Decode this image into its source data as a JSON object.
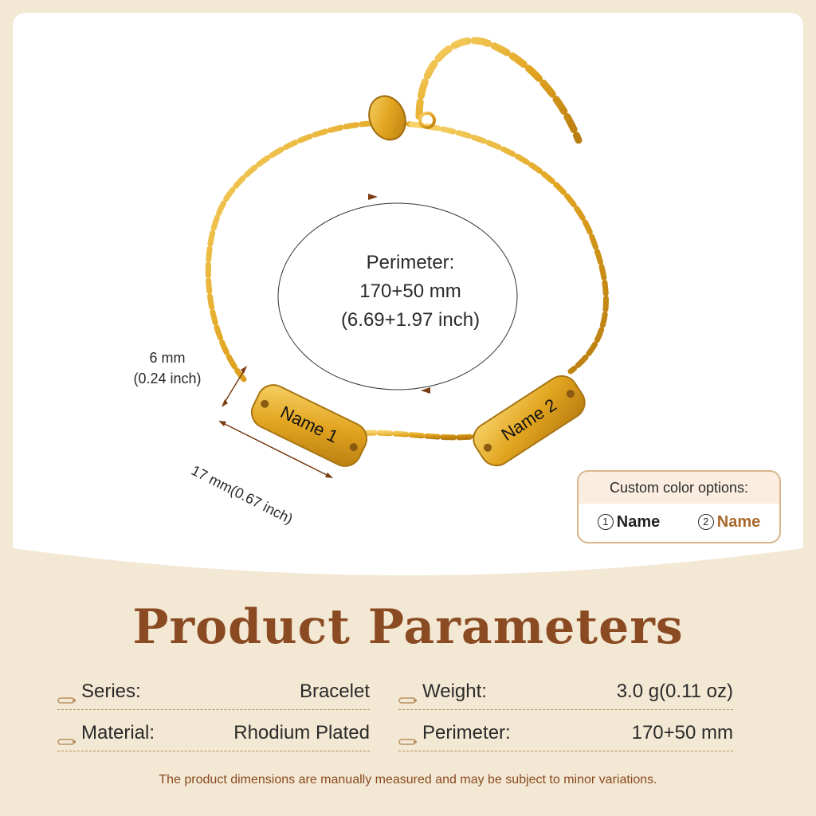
{
  "diagram": {
    "perimeter_label": "Perimeter:",
    "perimeter_mm": "170+50 mm",
    "perimeter_inch": "(6.69+1.97 inch)",
    "tag_height_mm": "6 mm",
    "tag_height_inch": "(0.24 inch)",
    "tag_length": "17 mm(0.67 inch)",
    "tag1_text": "Name 1",
    "tag2_text": "Name 2"
  },
  "color_options": {
    "header": "Custom color options:",
    "option1_num": "1",
    "option1_label": "Name",
    "option2_num": "2",
    "option2_label": "Name",
    "option1_color": "#222222",
    "option2_color": "#a8672a"
  },
  "title": "Product Parameters",
  "params": [
    {
      "label": "Series:",
      "value": "Bracelet"
    },
    {
      "label": "Weight:",
      "value": "3.0 g(0.11 oz)"
    },
    {
      "label": "Material:",
      "value": "Rhodium Plated"
    },
    {
      "label": "Perimeter:",
      "value": "170+50 mm"
    }
  ],
  "note": "The product dimensions are manually measured and may be subject to minor variations.",
  "colors": {
    "gold": "#e2a520",
    "title_brown": "#8a4a22",
    "background_cream": "#f3e8d3"
  }
}
